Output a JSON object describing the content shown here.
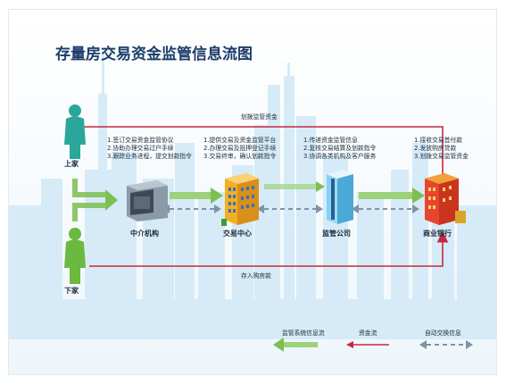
{
  "title": "存量房交易资金监管信息流图",
  "actors": {
    "seller": "上家",
    "buyer": "下家"
  },
  "nodes": {
    "agency": "中介机构",
    "exchange": "交易中心",
    "supervisor": "监管公司",
    "bank": "商业银行"
  },
  "flows": {
    "transfer_funds": "划拨监管资金",
    "deposit_payment": "存入购房款"
  },
  "notes": {
    "agency": [
      "1.签订交易资金监管协议",
      "2.协助办理交易过户手续",
      "3.跟踪业务进程，提交划款指令"
    ],
    "exchange": [
      "1.提供交易及资金监管平台",
      "2.办理交易及抵押登记手续",
      "3.交易终审，确认划款指令"
    ],
    "supervisor": [
      "1.传递资金监管信息",
      "2.复核交易结算及划款指令",
      "3.协调各类机构及客户服务"
    ],
    "bank": [
      "1.接收交易首付款",
      "2.发放购房贷款",
      "3.划拨交易监管资金"
    ]
  },
  "legend": {
    "info_flow": "监管系统信息流",
    "fund_flow": "资金流",
    "auto_exchange": "自动交换信息"
  },
  "colors": {
    "title": "#1c3d6b",
    "info_flow": "#7dbf52",
    "fund_flow": "#c8283f",
    "auto_exchange": "#7d93a6",
    "skyline": "#d6ebf7"
  }
}
